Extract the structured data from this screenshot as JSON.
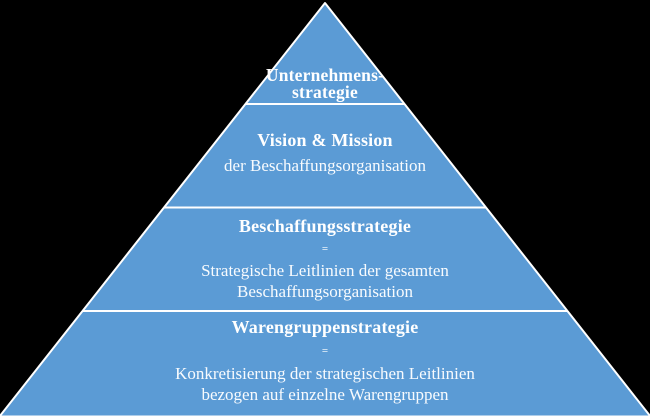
{
  "diagram": {
    "type": "pyramid",
    "colors": {
      "background": "#000000",
      "pyramid_fill": "#5b9bd5",
      "outline": "#ffffff",
      "divider": "#ffffff",
      "text": "#ffffff"
    },
    "levels": [
      {
        "heading": "Unternehmens-\nstrategie"
      },
      {
        "heading": "Vision & Mission",
        "body": "der Beschaffungsorganisation"
      },
      {
        "heading": "Beschaffungsstrategie",
        "equals": "=",
        "body": "Strategische Leitlinien der gesamten\nBeschaffungsorganisation"
      },
      {
        "heading": "Warengruppenstrategie",
        "equals": "=",
        "body": "Konkretisierung der strategischen Leitlinien\nbezogen auf einzelne Warengruppen"
      }
    ]
  }
}
